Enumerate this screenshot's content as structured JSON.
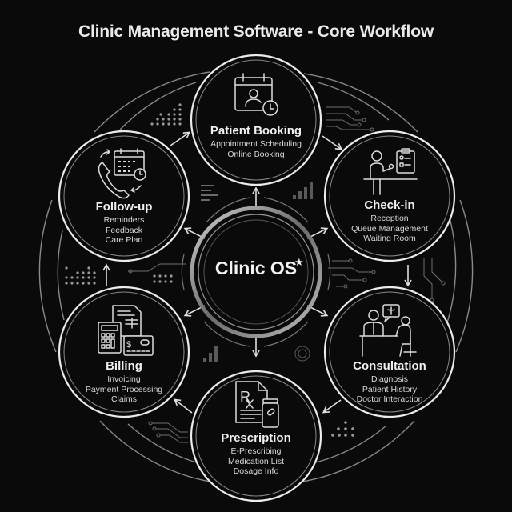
{
  "title": "Clinic Management Software - Core Workflow",
  "hub": {
    "label": "Clinic OS",
    "mark": "★"
  },
  "colors": {
    "background": "#0a0a0a",
    "stroke": "#e6e6e6",
    "muted": "#7a7a7a",
    "text": "#f0f0f0"
  },
  "nodes": [
    {
      "id": "patient-booking",
      "title": "Patient Booking",
      "icon": "calendar-person-clock-icon",
      "items": [
        "Appointment Scheduling",
        "Online Booking"
      ]
    },
    {
      "id": "check-in",
      "title": "Check-in",
      "icon": "reception-clipboard-icon",
      "items": [
        "Reception",
        "Queue Management",
        "Waiting Room"
      ]
    },
    {
      "id": "consultation",
      "title": "Consultation",
      "icon": "doctor-patient-icon",
      "items": [
        "Diagnosis",
        "Patient History",
        "Doctor Interaction"
      ]
    },
    {
      "id": "prescription",
      "title": "Prescription",
      "icon": "rx-bottle-icon",
      "items": [
        "E-Prescribing",
        "Medication List",
        "Dosage Info"
      ]
    },
    {
      "id": "billing",
      "title": "Billing",
      "icon": "calculator-invoice-card-icon",
      "items": [
        "Invoicing",
        "Payment Processing",
        "Claims"
      ]
    },
    {
      "id": "follow-up",
      "title": "Follow-up",
      "icon": "phone-calendar-icon",
      "items": [
        "Reminders",
        "Feedback",
        "Care Plan"
      ]
    }
  ],
  "flow": [
    "Patient Booking",
    "Check-in",
    "Consultation",
    "Prescription",
    "Billing",
    "Follow-up",
    "Patient Booking"
  ]
}
